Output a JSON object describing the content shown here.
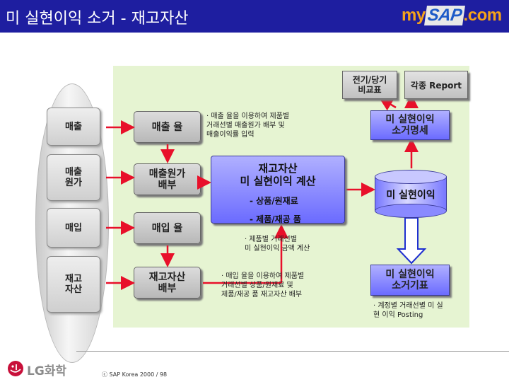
{
  "header": {
    "title": "미 실현이익 소거 - 재고자산",
    "logo_my": "my",
    "logo_sap": "SAP",
    "logo_com": ".com",
    "bar_color": "#1e1ea0"
  },
  "left_boxes": [
    {
      "label": "매출"
    },
    {
      "label": "매출\n원가"
    },
    {
      "label": "매입"
    },
    {
      "label": "재고\n자산"
    }
  ],
  "action_boxes": [
    {
      "label": "매출 율"
    },
    {
      "label": "매출원가\n배부"
    },
    {
      "label": "매입 율"
    },
    {
      "label": "재고자산\n배부"
    }
  ],
  "notes": {
    "sales_note": "· 매출 율을 이용하여 제품별\n 거래선별 매출원가 배부 및\n 매출이익률 입력",
    "purchase_note": "· 제품별 거래선별\n 미 실현이익 금액 계산",
    "inventory_note": "· 매입 율을 이용하여 제품별\n 거래선별 상품/원재료 및\n 제품/재공 품 재고자산 배부",
    "posting_note": "· 계정별 거래선별 미 실\n 현 이익 Posting"
  },
  "calc_box": {
    "title": "재고자산\n미 실현이익 계산",
    "item1": "- 상품/원재료",
    "item2": "- 제품/재공 품"
  },
  "compare_box": {
    "label": "전기/당기\n비교표"
  },
  "report_box": {
    "label": "각종 Report"
  },
  "detail_box": {
    "label": "미 실현이익\n소거명세"
  },
  "cylinder": {
    "label": "미 실현이익"
  },
  "entry_box": {
    "label": "미 실현이익\n소거기표"
  },
  "footer": {
    "company": "LG화학",
    "copyright": "ⓒ SAP Korea 2000 / 98"
  },
  "colors": {
    "panel": "#e6f4d2",
    "arrow": "#e8102a",
    "calc_fill": "#8a8aff"
  }
}
